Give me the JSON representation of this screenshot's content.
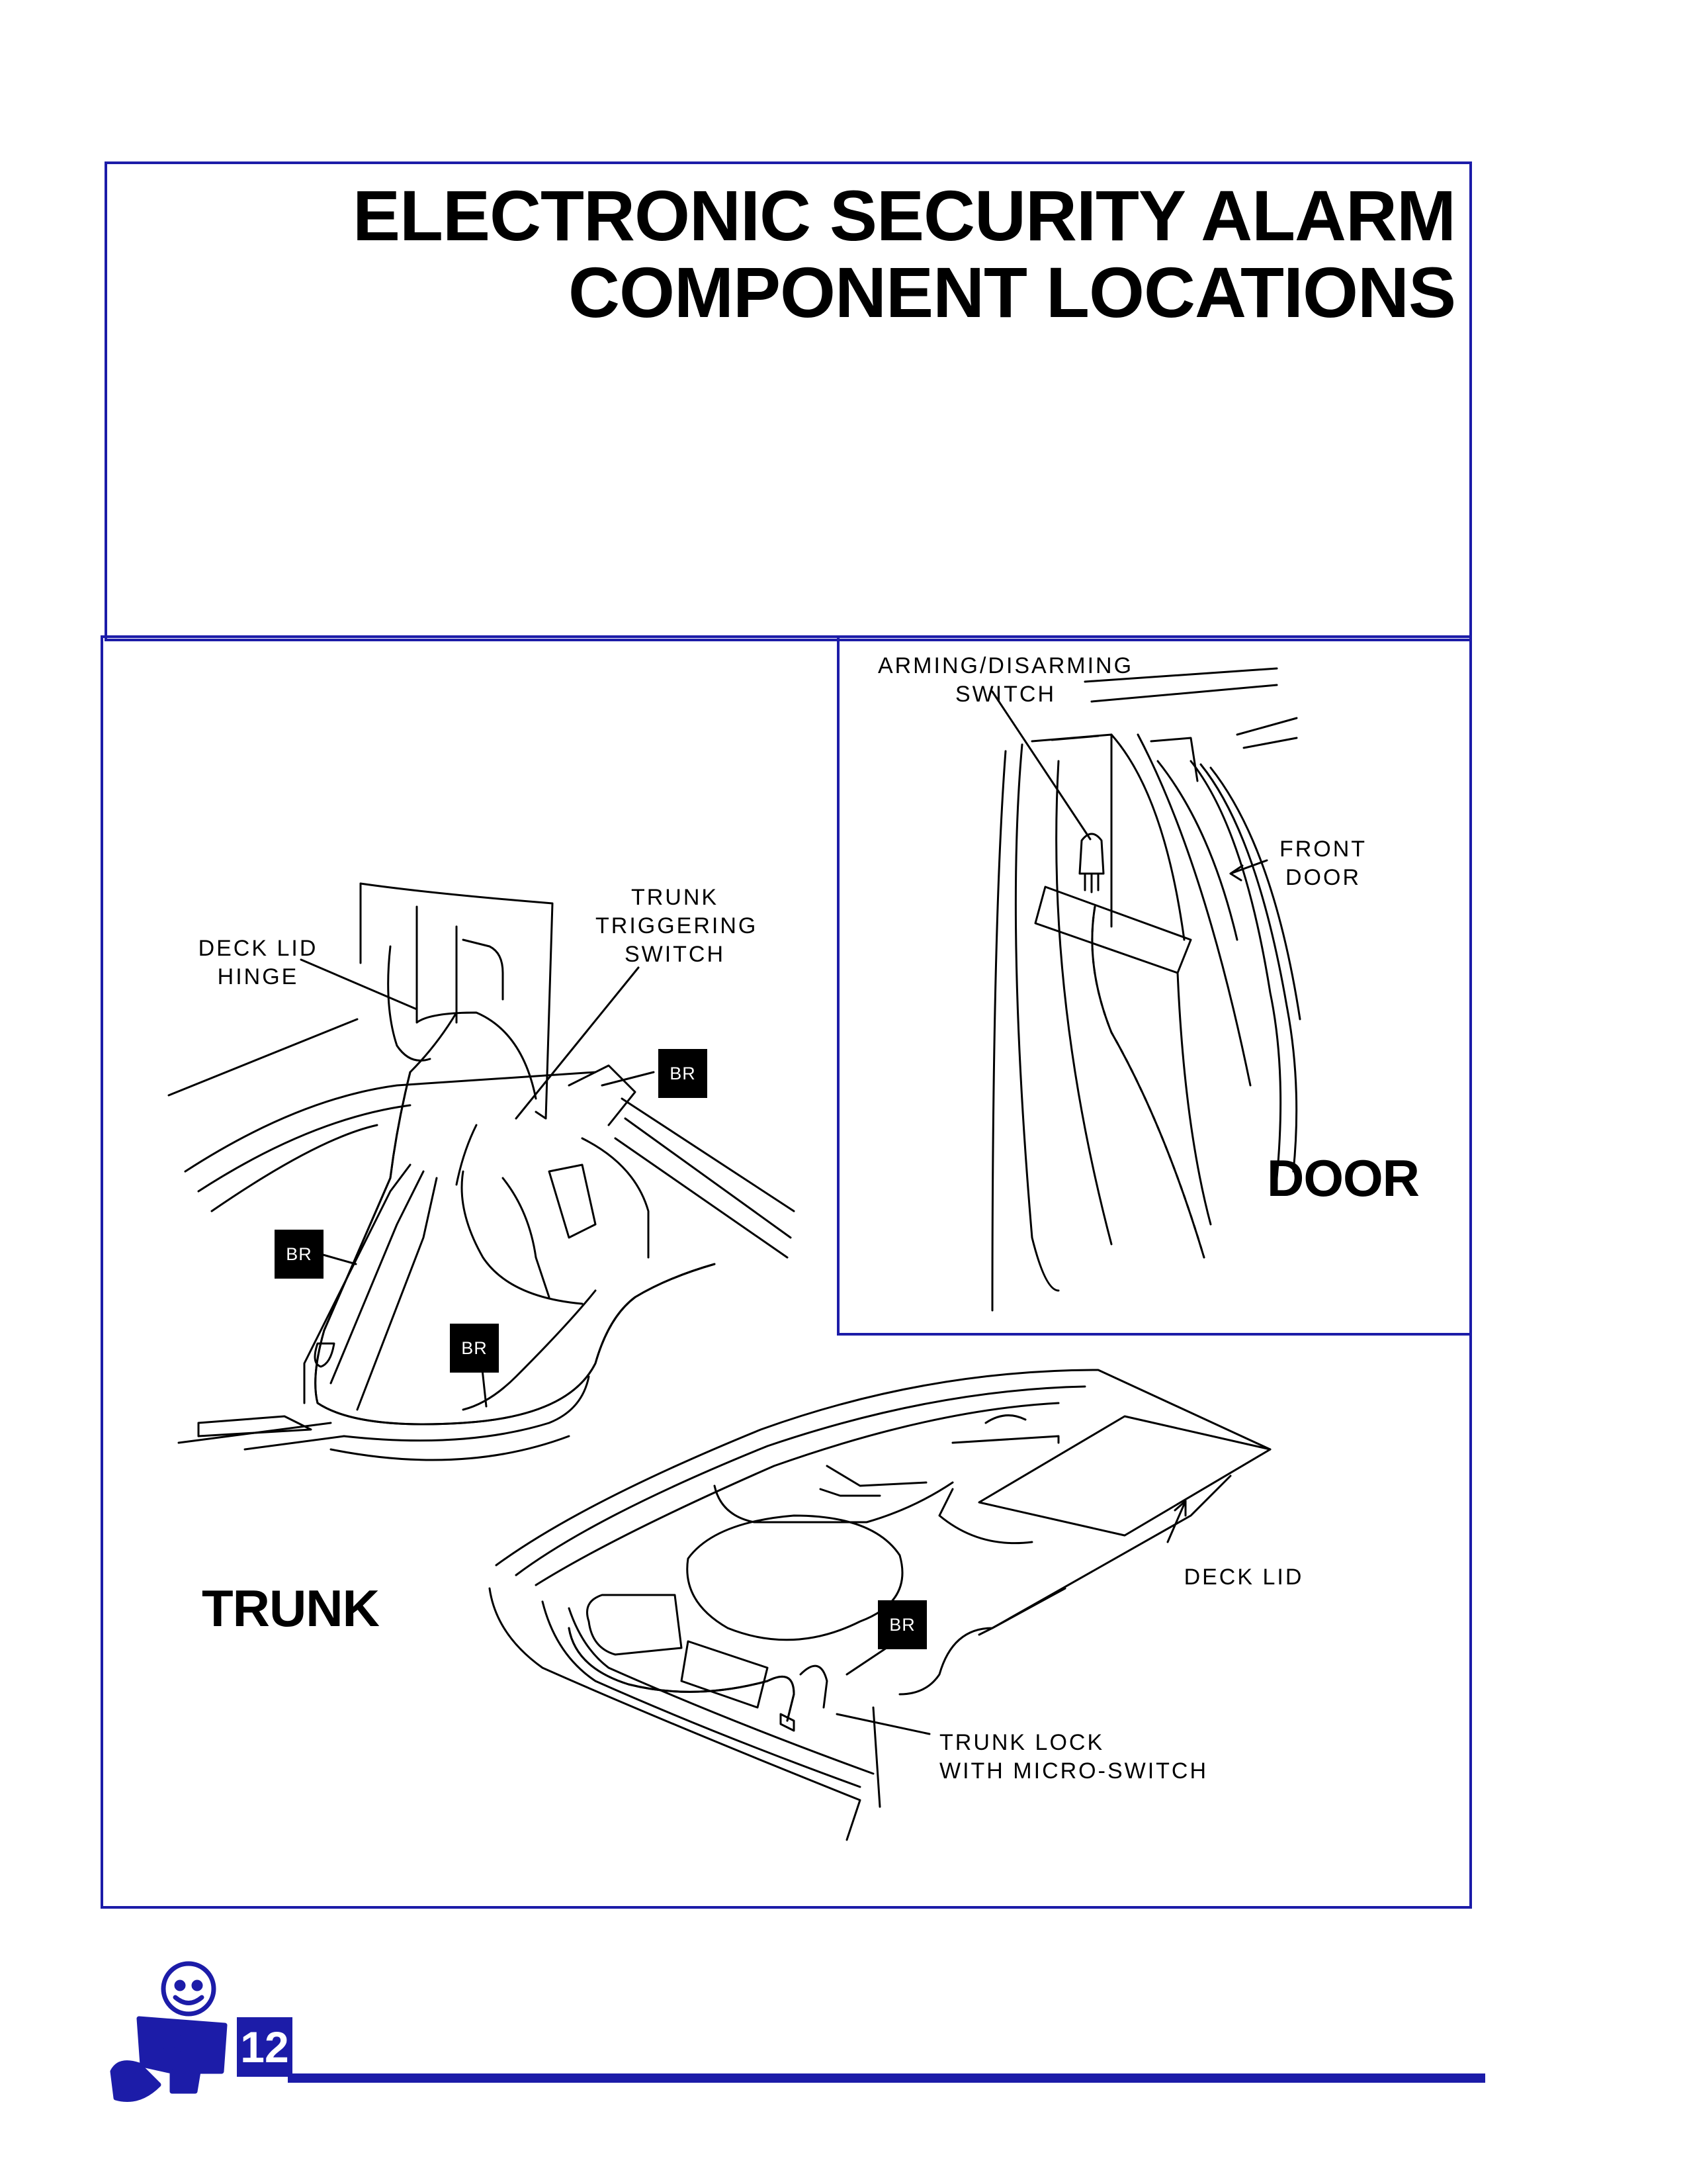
{
  "title": {
    "line1": "ELECTRONIC SECURITY ALARM",
    "line2": "COMPONENT LOCATIONS"
  },
  "door": {
    "heading": "DOOR",
    "labels": {
      "arming_switch": "ARMING/DISARMING\nSWITCH",
      "front_door": "FRONT\nDOOR"
    }
  },
  "trunk": {
    "heading": "TRUNK",
    "labels": {
      "deck_lid_hinge": "DECK LID\nHINGE",
      "trunk_triggering_switch": "TRUNK\nTRIGGERING\nSWITCH",
      "deck_lid": "DECK LID",
      "trunk_lock": "TRUNK LOCK\nWITH MICRO-SWITCH"
    },
    "br_tags": [
      "BR",
      "BR",
      "BR",
      "BR"
    ]
  },
  "footer": {
    "page_number": "12"
  },
  "colors": {
    "accent": "#1c1ca8"
  }
}
